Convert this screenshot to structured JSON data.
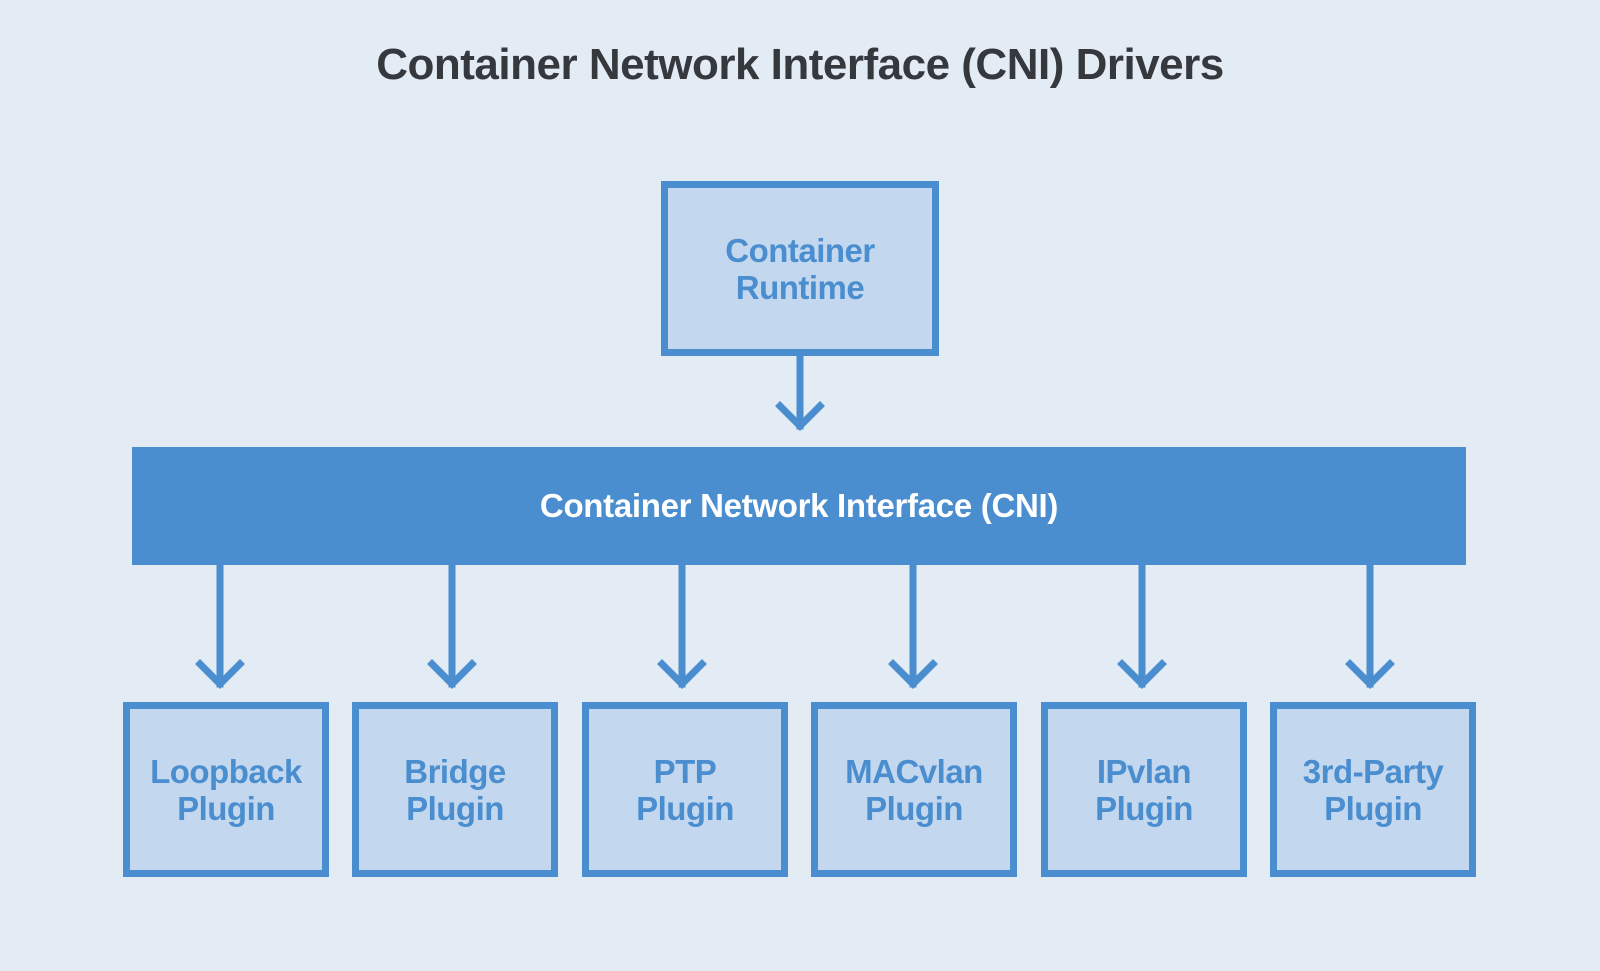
{
  "title": "Container Network Interface (CNI) Drivers",
  "runtime": {
    "line1": "Container",
    "line2": "Runtime"
  },
  "cni": {
    "label": "Container Network Interface (CNI)"
  },
  "plugins": [
    {
      "line1": "Loopback",
      "line2": "Plugin"
    },
    {
      "line1": "Bridge",
      "line2": "Plugin"
    },
    {
      "line1": "PTP",
      "line2": "Plugin"
    },
    {
      "line1": "MACvlan",
      "line2": "Plugin"
    },
    {
      "line1": "IPvlan",
      "line2": "Plugin"
    },
    {
      "line1": "3rd-Party",
      "line2": "Plugin"
    }
  ],
  "colors": {
    "background": "#e3ebf5",
    "accent": "#4a8ecf",
    "box_fill": "#c3d7ee",
    "title_text": "#35383c",
    "bar_text": "#ffffff"
  }
}
